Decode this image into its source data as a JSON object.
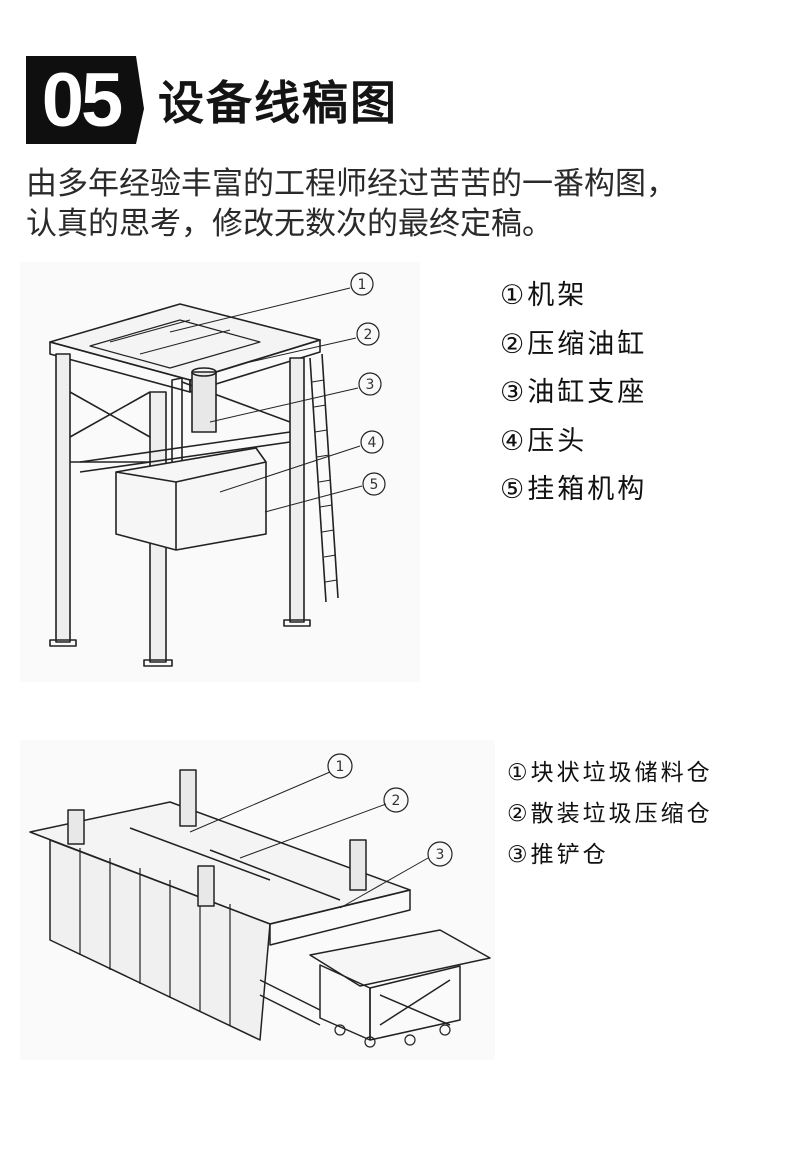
{
  "header": {
    "number": "05",
    "title": "设备线稿图"
  },
  "intro": {
    "line1": "由多年经验丰富的工程师经过苦苦的一番构图，",
    "line2": "认真的思考，修改无数次的最终定稿。"
  },
  "drawing1": {
    "callouts": [
      "1",
      "2",
      "3",
      "4",
      "5"
    ],
    "legend": [
      "①机架",
      "②压缩油缸",
      "③油缸支座",
      "④压头",
      "⑤挂箱机构"
    ]
  },
  "drawing2": {
    "callouts": [
      "1",
      "2",
      "3"
    ],
    "legend": [
      "①块状垃圾储料仓",
      "②散装垃圾压缩仓",
      "③推铲仓"
    ]
  }
}
